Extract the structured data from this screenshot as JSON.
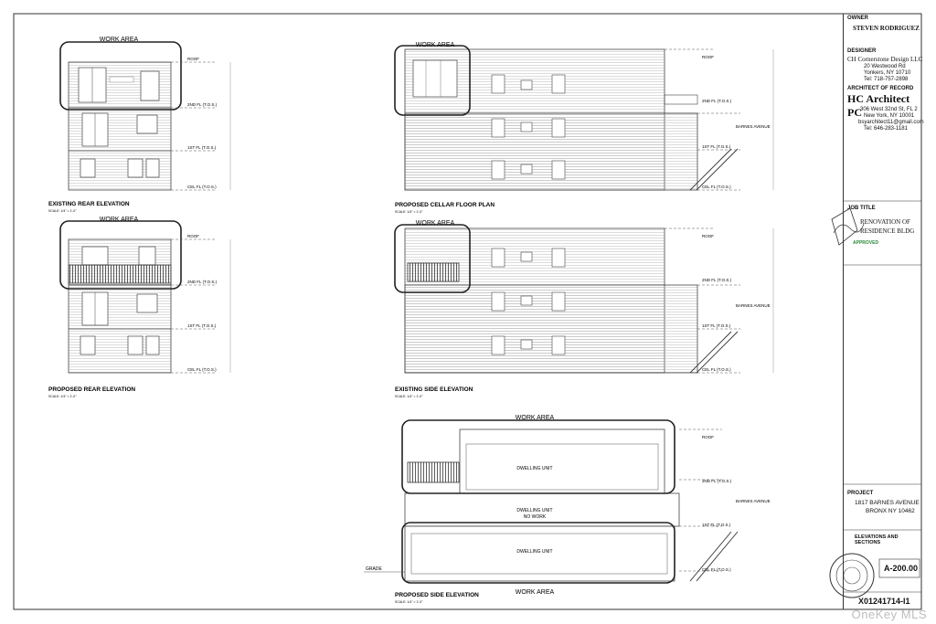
{
  "labels": {
    "work_area": "WORK AREA",
    "roof": "ROOF",
    "second_fl": "2ND FL (T.O.S.)",
    "first_fl": "1ST FL (T.O.S.)",
    "cel_fl": "CEL FL (T.O.S.)",
    "barnes_avenue": "BARNES AVENUE",
    "grade": "GRADE",
    "dwelling_unit": "DWELLING UNIT",
    "no_work": "NO WORK",
    "scale": "SCALE: 1/4\" = 1'-0\""
  },
  "drawings": {
    "existing_rear": "EXISTING REAR ELEVATION",
    "proposed_rear": "PROPOSED REAR ELEVATION",
    "proposed_cellar": "PROPOSED CELLAR FLOOR PLAN",
    "existing_side": "EXISTING SIDE ELEVATION",
    "proposed_side": "PROPOSED SIDE ELEVATION"
  },
  "title_block": {
    "owner_label": "OWNER",
    "owner": "STEVEN RODRIGUEZ",
    "designer_label": "DESIGNER",
    "designer_name": "CH Cornerstone Design LLC",
    "designer_addr1": "20 Westwood Rd",
    "designer_addr2": "Yonkers, NY 10710",
    "designer_tel": "Tel: 718-757-2898",
    "architect_label": "ARCHITECT OF RECORD",
    "architect_name": "HC Architect PC",
    "architect_addr1": "306 West 32nd St, FL 2",
    "architect_addr2": "New York, NY 10001",
    "architect_email": "bsyarchitect11@gmail.com",
    "architect_tel": "Tel: 646-283-1181",
    "job_title_label": "JOB TITLE",
    "job_title_1": "RENOVATION OF",
    "job_title_2": "RESIDENCE BLDG",
    "approved": "APPROVED",
    "project_label": "PROJECT",
    "address_1": "1817 BARNES AVENUE",
    "address_2": "BRONX NY 10462",
    "sheet_title": "ELEVATIONS AND SECTIONS",
    "sheet_number": "A-200.00",
    "job_number": "X01241714-I1"
  },
  "watermark": "OneKey MLS"
}
